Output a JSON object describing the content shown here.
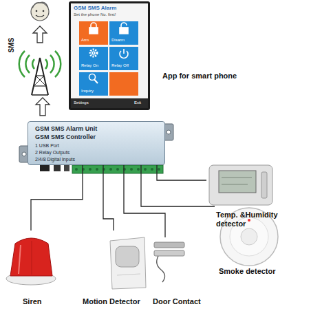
{
  "diagram": {
    "nodes": [
      {
        "text": [
          "GSM SMS Alarm",
          "Set the phone No. first!",
          "Settings",
          "Exit"
        ]
      },
      {
        "text": [
          "Arm"
        ],
        "in": 0
      },
      {
        "text": [
          "Disarm"
        ],
        "in": 0
      },
      {
        "text": [
          "Relay On"
        ],
        "in": 0
      },
      {
        "text": [
          "Relay Off"
        ],
        "in": 0
      },
      {
        "text": [
          "Inquiry"
        ],
        "in": 0
      },
      {
        "text": [
          "GSM SMS Alarm Unit",
          "GSM SMS Controller",
          "1 USB Port",
          "2 Relay Outputs",
          "2/4/8 Digital Inputs"
        ]
      },
      {
        "text": [
          "Temp. &Humidity detector"
        ]
      },
      {
        "text": [
          "Smoke detector"
        ]
      },
      {
        "text": [
          "Siren"
        ]
      },
      {
        "text": [
          "Motion Detector"
        ]
      },
      {
        "text": [
          "Door Contact"
        ]
      }
    ],
    "edges": [
      {
        "from": 6,
        "to": 7,
        "arrow": "none"
      },
      {
        "from": 6,
        "to": 8,
        "arrow": "none"
      },
      {
        "from": 6,
        "to": 9,
        "arrow": "none"
      },
      {
        "from": 6,
        "to": 10,
        "arrow": "none"
      },
      {
        "from": 6,
        "to": 11,
        "arrow": "none"
      }
    ],
    "labels": [
      "SMS",
      "App for smart phone"
    ]
  }
}
